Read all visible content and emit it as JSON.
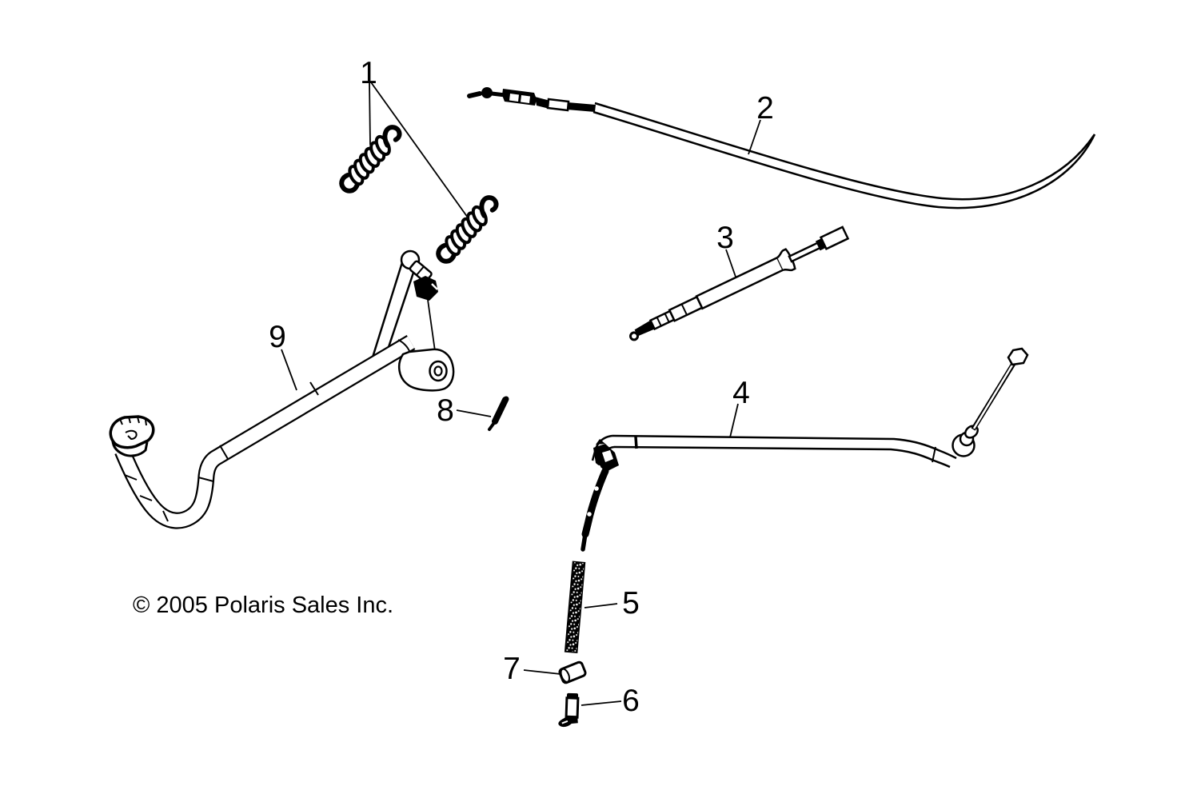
{
  "canvas": {
    "background": "#ffffff",
    "ink": "#000000"
  },
  "copyright": "© 2005 Polaris Sales Inc.",
  "callouts": [
    {
      "number": "1"
    },
    {
      "number": "2"
    },
    {
      "number": "3"
    },
    {
      "number": "4"
    },
    {
      "number": "5"
    },
    {
      "number": "6"
    },
    {
      "number": "7"
    },
    {
      "number": "8"
    },
    {
      "number": "9"
    }
  ]
}
